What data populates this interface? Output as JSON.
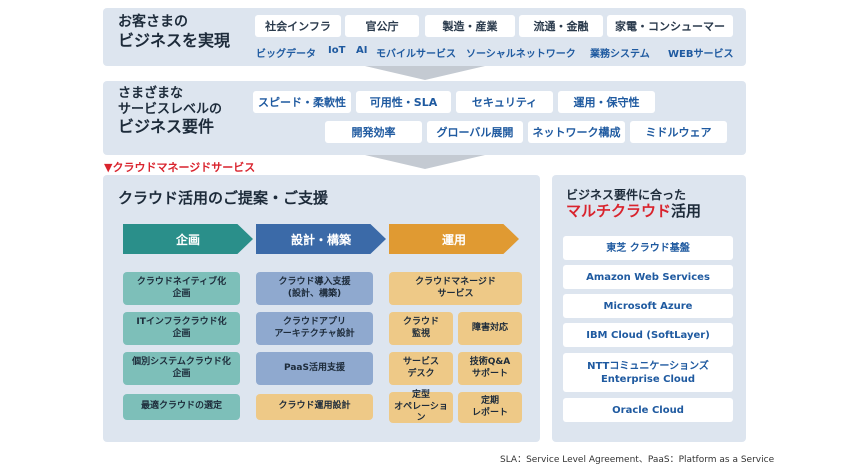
{
  "top": {
    "title_line1": "お客さまの",
    "title_line2": "ビジネスを実現",
    "industries": [
      "社会インフラ",
      "官公庁",
      "製造・産業",
      "流通・金融",
      "家電・コンシューマー"
    ],
    "tags": [
      "ビッグデータ",
      "IoT",
      "AI",
      "モバイルサービス",
      "ソーシャルネットワーク",
      "業務システム",
      "WEBサービス"
    ]
  },
  "middle": {
    "title_line1": "さまざまな",
    "title_line2": "サービスレベルの",
    "title_line3": "ビジネス要件",
    "row1": [
      "スピード・柔軟性",
      "可用性・SLA",
      "セキュリティ",
      "運用・保守性"
    ],
    "row2": [
      "開発効率",
      "グローバル展開",
      "ネットワーク構成",
      "ミドルウェア"
    ]
  },
  "managed_label": "▼クラウドマネージドサービス",
  "proposal": {
    "title": "クラウド活用のご提案・ご支援",
    "phases": [
      "企画",
      "設計・構築",
      "運用"
    ],
    "planning": [
      "クラウドネイティブ化\n企画",
      "ITインフラクラウド化\n企画",
      "個別システムクラウド化\n企画",
      "最適クラウドの選定"
    ],
    "design": [
      "クラウド導入支援\n(設計、構築)",
      "クラウドアプリ\nアーキテクチャ設計",
      "PaaS活用支援",
      "クラウド運用設計"
    ],
    "operation_top": "クラウドマネージド\nサービス",
    "operation_grid": [
      "クラウド\n監視",
      "障害対応",
      "サービス\nデスク",
      "技術Q&A\nサポート",
      "定型\nオペレーション",
      "定期\nレポート"
    ]
  },
  "multicloud": {
    "title_line1": "ビジネス要件に合った",
    "title_red": "マルチクラウド",
    "title_tail": "活用",
    "clouds": [
      "東芝 クラウド基盤",
      "Amazon Web Services",
      "Microsoft Azure",
      "IBM Cloud (SoftLayer)",
      "NTTコミュニケーションズ\nEnterprise Cloud",
      "Oracle Cloud"
    ]
  },
  "footnote": "SLA：Service Level Agreement、PaaS：Platform as a Service",
  "colors": {
    "teal": "#2a8f8a",
    "blue": "#3b6aa8",
    "orange": "#e09a32",
    "red": "#d9232d"
  }
}
